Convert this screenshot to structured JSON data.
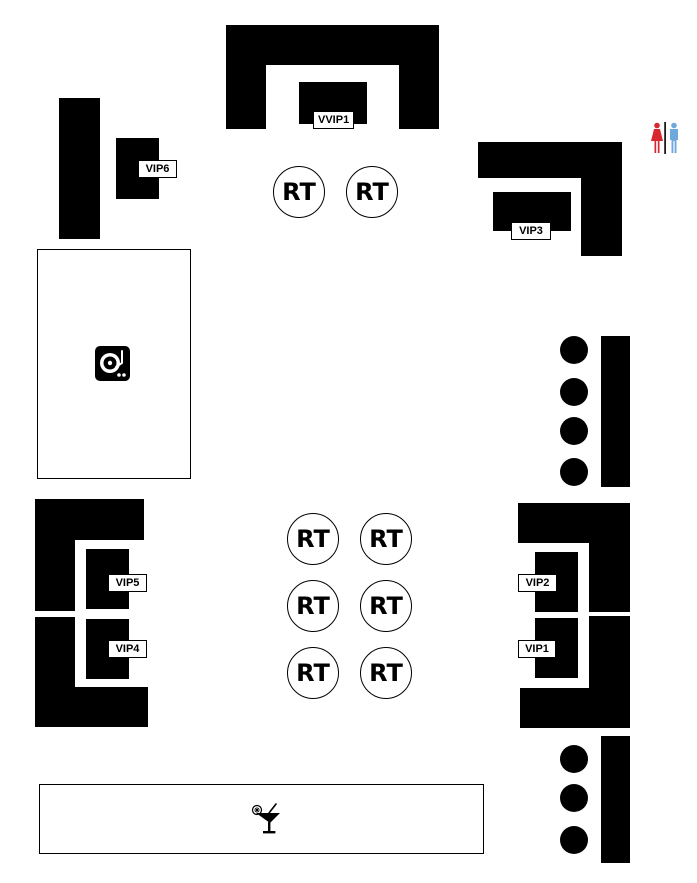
{
  "booths": {
    "vvip1": "VVIP1",
    "vip1": "VIP1",
    "vip2": "VIP2",
    "vip3": "VIP3",
    "vip4": "VIP4",
    "vip5": "VIP5",
    "vip6": "VIP6"
  },
  "round_tables": [
    "RT",
    "RT",
    "RT",
    "RT",
    "RT",
    "RT",
    "RT",
    "RT"
  ],
  "icons": {
    "dj": "turntable-icon",
    "bar": "cocktail-icon",
    "restroom": "restroom-icon"
  },
  "colors": {
    "furniture": "#000000",
    "background": "#ffffff",
    "women": "#d7282f",
    "men": "#6fa8dc"
  }
}
